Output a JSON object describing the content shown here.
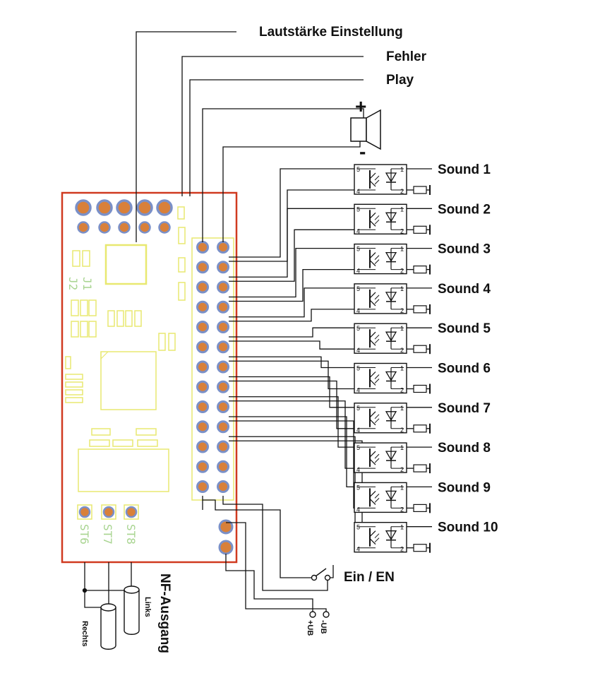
{
  "labels": {
    "volume": "Lautstärke Einstellung",
    "error": "Fehler",
    "play": "Play",
    "speaker_plus": "+",
    "speaker_minus": "-",
    "enable": "Ein / EN",
    "nf_output": "NF-Ausgang",
    "left": "Links",
    "right": "Rechts",
    "plus_ub": "+UB",
    "minus_ub": "-UB",
    "jumper_j1": "J1",
    "jumper_j2": "J2",
    "st6": "ST6",
    "st7": "ST7",
    "st8": "ST8"
  },
  "sounds": [
    "Sound 1",
    "Sound 2",
    "Sound 3",
    "Sound 4",
    "Sound 5",
    "Sound 6",
    "Sound 7",
    "Sound 8",
    "Sound 9",
    "Sound 10"
  ],
  "optocoupler_pins": {
    "p1": "1",
    "p2": "2",
    "p4": "4",
    "p5": "5"
  },
  "colors": {
    "wire": "#111111",
    "board_outline": "#d03a20",
    "silkscreen": "#e8e870",
    "pad_orange": "#d8803a",
    "pad_blue": "#7a90c8",
    "legend_green": "#a8d490"
  }
}
